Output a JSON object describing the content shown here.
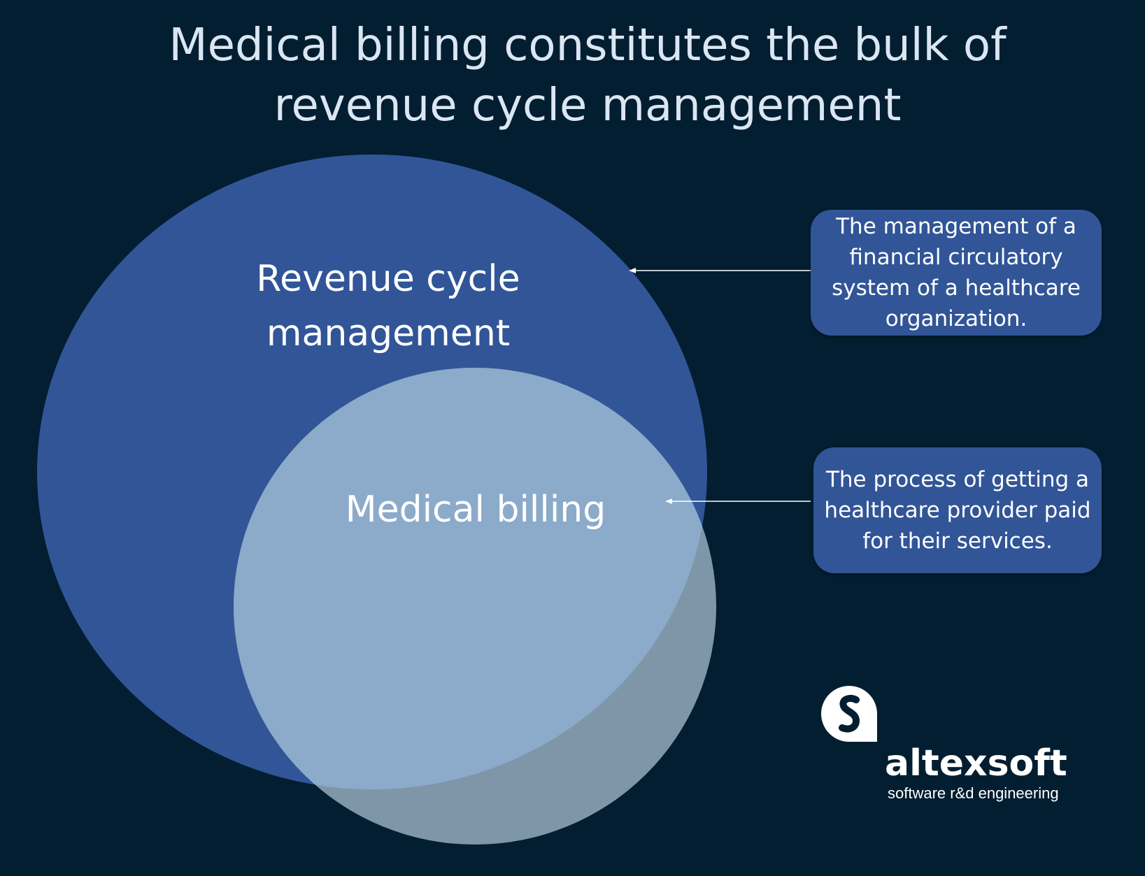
{
  "title": {
    "line1": "Medical billing constitutes the bulk of",
    "line2": "revenue cycle management"
  },
  "circles": {
    "revenue_cycle_management": {
      "label_line1": "Revenue cycle",
      "label_line2": "management",
      "color": "#315597"
    },
    "medical_billing": {
      "label": "Medical billing",
      "color": "#8faed3"
    }
  },
  "callouts": {
    "revenue_cycle_management": {
      "line1": "The management of a",
      "line2": "financial circulatory",
      "line3": "system of a healthcare",
      "line4": "organization."
    },
    "medical_billing": {
      "line1": "The process of getting a",
      "line2": "healthcare provider paid",
      "line3": "for their services."
    }
  },
  "logo": {
    "name": "altexsoft",
    "tagline": "software r&d engineering",
    "icon": "altexsoft-logo-icon"
  },
  "colors": {
    "background": "#021e30",
    "callout": "#315597",
    "title_text": "#dbe6f3"
  }
}
